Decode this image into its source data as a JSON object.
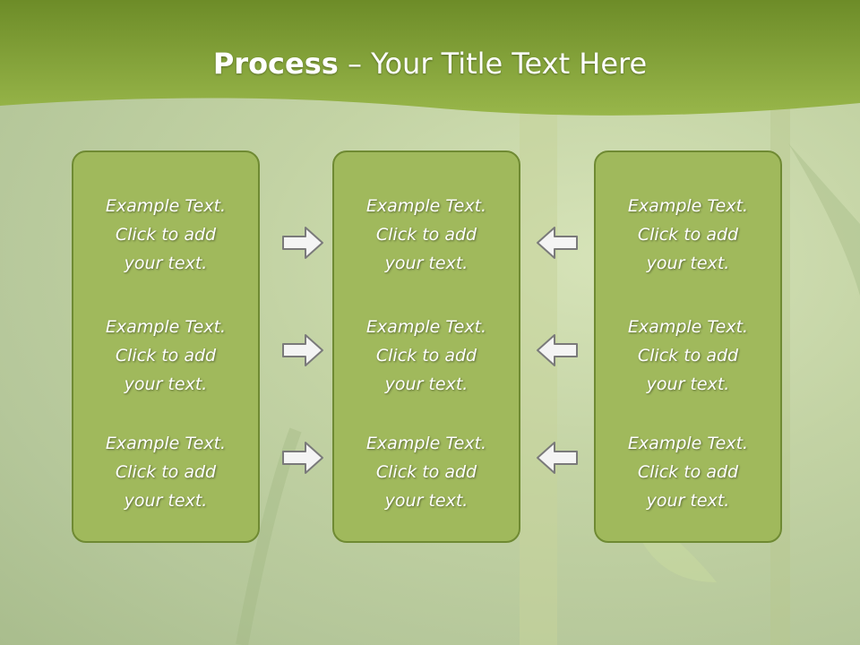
{
  "slide": {
    "title_bold": "Process",
    "title_rest": " – Your Title Text Here"
  },
  "columns": [
    {
      "items": [
        {
          "line1": "Example Text.",
          "line2": "Click  to add",
          "line3": "your text."
        },
        {
          "line1": "Example Text.",
          "line2": "Click  to add",
          "line3": "your text."
        },
        {
          "line1": "Example Text.",
          "line2": "Click  to add",
          "line3": "your text."
        }
      ]
    },
    {
      "items": [
        {
          "line1": "Example Text.",
          "line2": "Click  to add",
          "line3": "your text."
        },
        {
          "line1": "Example Text.",
          "line2": "Click  to add",
          "line3": "your text."
        },
        {
          "line1": "Example Text.",
          "line2": "Click  to add",
          "line3": "your text."
        }
      ]
    },
    {
      "items": [
        {
          "line1": "Example Text.",
          "line2": "Click  to add",
          "line3": "your text."
        },
        {
          "line1": "Example Text.",
          "line2": "Click  to add",
          "line3": "your text."
        },
        {
          "line1": "Example Text.",
          "line2": "Click  to add",
          "line3": "your text."
        }
      ]
    }
  ],
  "arrows": {
    "left_to_mid": "arrow-right-icon",
    "right_to_mid": "arrow-left-icon"
  },
  "colors": {
    "header": "#7f9f35",
    "box_fill": "#a0b95c",
    "box_border": "#6f8a33",
    "text": "#ffffff"
  }
}
